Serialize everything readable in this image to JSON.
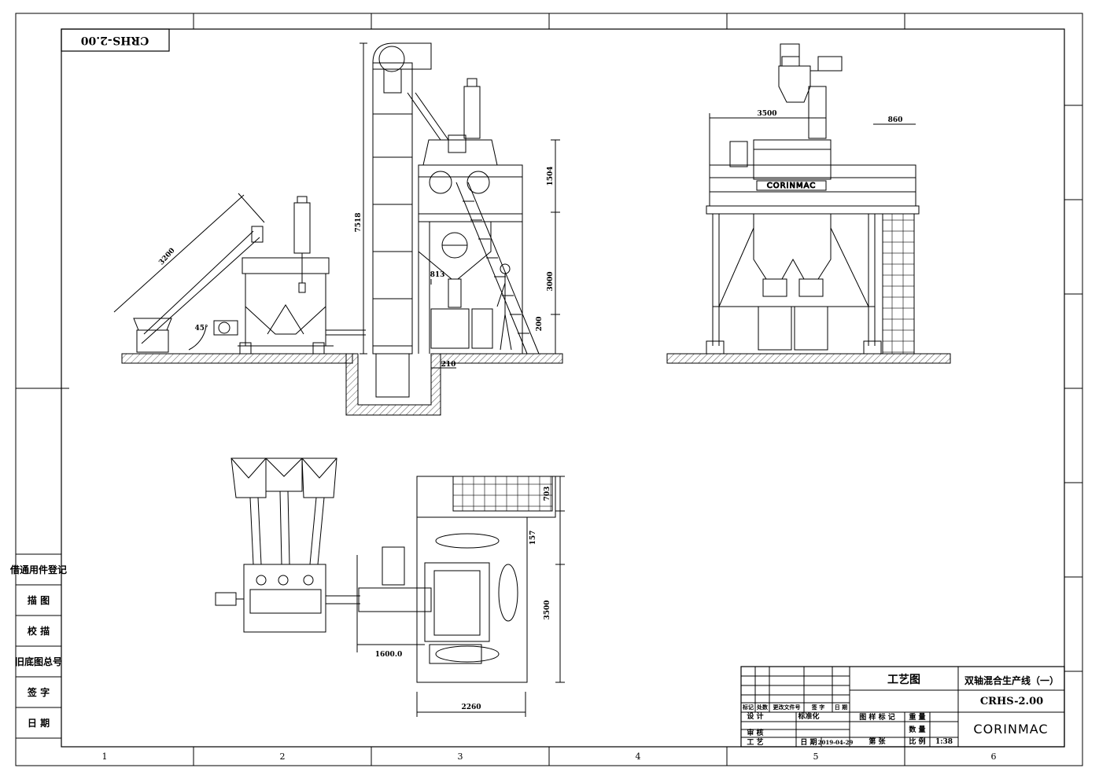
{
  "sheet": {
    "corner_code": "CRHS-2.00",
    "zone_labels": [
      "1",
      "2",
      "3",
      "4",
      "5",
      "6"
    ]
  },
  "side_panel": [
    "借通用件登记",
    "描 图",
    "校 描",
    "旧底图总号",
    "签 字",
    "日 期"
  ],
  "dimensions": {
    "conveyor_length": "3200",
    "conveyor_angle": "45°",
    "elevator_height": "7518",
    "platform_height": "1504",
    "silo_height": "3000",
    "hopper_width": "813",
    "bottom_height": "200",
    "pit_offset": "210",
    "side_width": "3500",
    "side_stair": "860",
    "plan_top": "703",
    "plan_gap": "157",
    "plan_depth": "3500",
    "plan_offset": "1600.0",
    "plan_width": "2260"
  },
  "brand": "CORINMAC",
  "title_block": {
    "drawing_type": "工艺图",
    "product_name": "双轴混合生产线（一）",
    "drawing_code": "CRHS-2.00",
    "company": "CORINMAC",
    "rev_headers": [
      "标记",
      "处数",
      "更改文件号",
      "签 字",
      "日 期"
    ],
    "row_design": "设 计",
    "row_standard": "标准化",
    "row_review": "审 核",
    "row_process": "工 艺",
    "stage_label": "图 样 标 记",
    "weight_label": "重 量",
    "qty_label": "数 量",
    "date_label": "日 期",
    "date_value": "2019-04-29",
    "sheet_label": "第 张",
    "scale_label": "比 例",
    "scale_value": "1:38"
  },
  "colors": {
    "line": "#000000",
    "hatch": "#555555",
    "paper": "#ffffff"
  }
}
